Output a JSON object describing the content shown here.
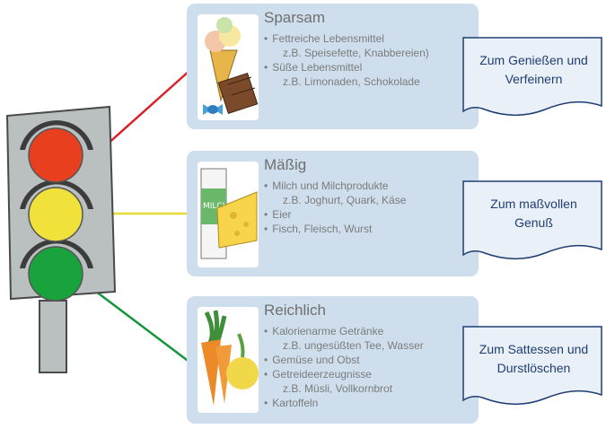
{
  "levels": [
    {
      "key": "red",
      "title": "Sparsam",
      "items": [
        {
          "kind": "bullet",
          "text": "Fettreiche Lebensmittel"
        },
        {
          "kind": "sub",
          "text": "z.B. Speisefette, Knabbereien)"
        },
        {
          "kind": "bullet",
          "text": "Süße Lebensmittel"
        },
        {
          "kind": "sub",
          "text": "z.B. Limonaden, Schokolade"
        }
      ],
      "banner": [
        "Zum Genießen und",
        "Verfeinern"
      ],
      "light_color": "#e8401e",
      "line_color": "#d8232a",
      "image": "sweets-icecream-chocolate"
    },
    {
      "key": "yellow",
      "title": "Mäßig",
      "items": [
        {
          "kind": "bullet",
          "text": "Milch und Milchprodukte"
        },
        {
          "kind": "sub",
          "text": "z.B. Joghurt, Quark, Käse"
        },
        {
          "kind": "bullet",
          "text": "Eier"
        },
        {
          "kind": "bullet",
          "text": "Fisch, Fleisch, Wurst"
        }
      ],
      "banner": [
        "Zum maßvollen",
        "Genuß"
      ],
      "light_color": "#f0e23a",
      "line_color": "#e6dc34",
      "image": "milk-and-cheese"
    },
    {
      "key": "green",
      "title": "Reichlich",
      "items": [
        {
          "kind": "bullet",
          "text": "Kalorienarme Getränke"
        },
        {
          "kind": "sub",
          "text": "z.B. ungesüßten Tee, Wasser"
        },
        {
          "kind": "bullet",
          "text": "Gemüse und Obst"
        },
        {
          "kind": "bullet",
          "text": "Getreideerzeugnisse"
        },
        {
          "kind": "sub",
          "text": "z.B. Müsli, Vollkornbrot"
        },
        {
          "kind": "bullet",
          "text": "Kartoffeln"
        }
      ],
      "banner": [
        "Zum Sattessen und",
        "Durstlöschen"
      ],
      "light_color": "#19a33c",
      "line_color": "#14963b",
      "image": "vegetables-carrots"
    }
  ],
  "colors": {
    "panel_bg": "#cfdeed",
    "text_gray": "#7b7b7b",
    "banner_text": "#1f3d73",
    "banner_fill": "#eaf0f7",
    "banner_stroke": "#1f3d73",
    "housing": "#b9c0bf",
    "housing_stroke": "#4a4a4a"
  }
}
